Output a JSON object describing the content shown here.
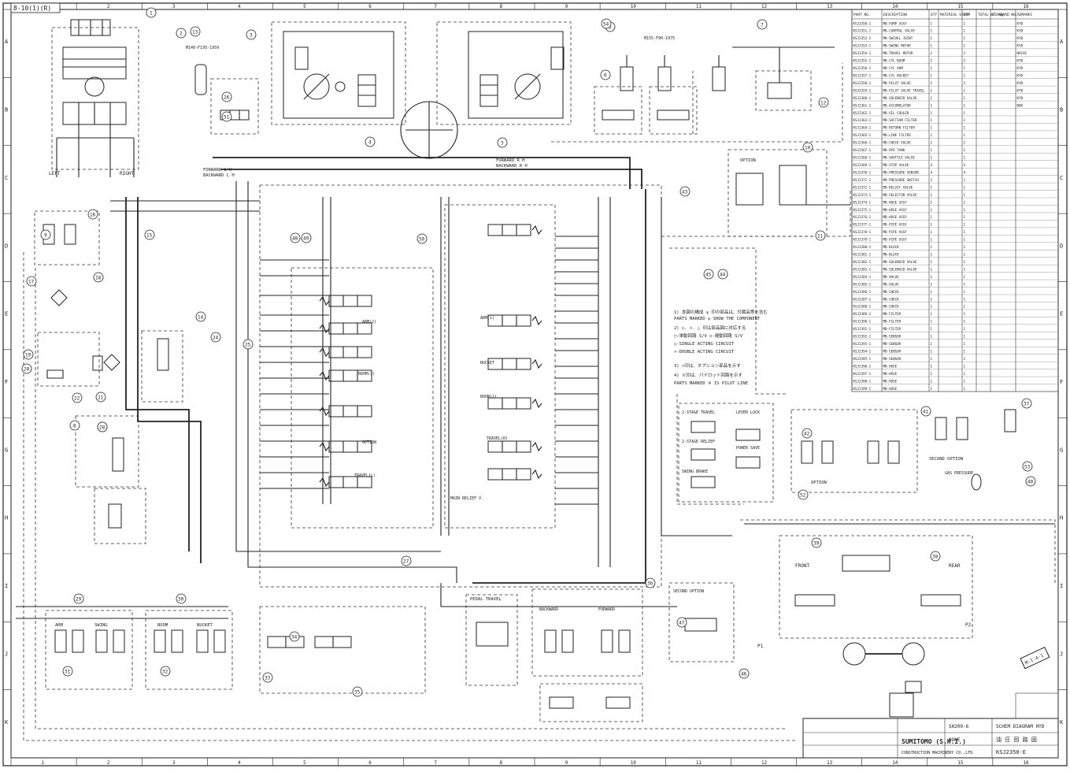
{
  "sheet": {
    "ref": "8-10(1)(R)",
    "col_labels": [
      "1",
      "2",
      "3",
      "4",
      "5",
      "6",
      "7",
      "8",
      "9",
      "10",
      "11",
      "12",
      "13",
      "14",
      "15",
      "16"
    ],
    "row_labels": [
      "A",
      "B",
      "C",
      "D",
      "E",
      "F",
      "G",
      "H",
      "I",
      "J",
      "K"
    ]
  },
  "labels": {
    "forward_l": "FORWARD L H",
    "backward_l": "BACKWARD L H",
    "forward_r": "FORWARD R H",
    "backward_r": "BACKWARD R H",
    "left": "LEFT",
    "right": "RIGHT",
    "option": "OPTION",
    "second_option": "SECOND OPTION",
    "second_option_2": "SECOND OPTION",
    "pedal_travel": "PEDAL TRAVEL",
    "backward": "BACKWARD",
    "forward": "FORWARD",
    "front": "FRONT",
    "rear": "REAR",
    "gas_pressure": "GAS PRESSURE",
    "arm": "ARM",
    "swing": "SWING",
    "boom": "BOOM",
    "bucket": "BUCKET",
    "travel_l": "TRAVEL(L)",
    "travel_r": "TRAVEL(R)",
    "boom1": "BOOM(1)",
    "boom2": "BOOM(2)",
    "arm1": "ARM(1)",
    "arm2": "ARM(2)",
    "bucket_lbl": "BUCKET",
    "opt_lbl": "OPTION",
    "main_relief": "MAIN RELIEF V.",
    "m140": "M140-F195-1959",
    "m155": "M155-F90-1975",
    "p1": "P1",
    "p2": "P2",
    "swing_brake": "SWING BRAKE",
    "lever_lock": "LEVER LOCK",
    "power_save": "POWER SAVE",
    "two_stage_travel": "2-STAGE TRAVEL",
    "two_stage_relief": "2-STAGE RELIEF"
  },
  "notes": {
    "n1": "1) 本図の構成 ◎ 印の部品は、付属品等を含む",
    "n1b": "   PARTS MARKED ◎ SHOW THE COMPONENT",
    "n2": "2) ○. ×. △ 印は部品図に対応する",
    "n3": "   □-単動回路 S/V   ◇-複動回路 S/V",
    "n4": "   ○-SINGLE ACTING CIRCUIT",
    "n5": "   ×-DOUBLE ACTING CIRCUIT",
    "n6": "3) ×印は、オプション部品を示す",
    "n7": "4) ※印は、パイロット回路を示す",
    "n8": "   PARTS MARKED ※ IS PILOT LINE"
  },
  "parts_table": {
    "headers": [
      "PART NO.",
      "DESCRIPTION",
      "QTY",
      "MATERIAL GROUP",
      "QTY",
      "TOTAL WT. kg",
      "STANDARD NO.",
      "REMARKS"
    ],
    "rows": [
      [
        "KSJ2350-1",
        "MB-PUMP ASSY",
        "1",
        "",
        "1",
        "",
        "",
        "KYB"
      ],
      [
        "KSJ2351-1",
        "MB-CONTROL VALVE",
        "1",
        "",
        "1",
        "",
        "",
        "KYB"
      ],
      [
        "KSJ2352-1",
        "MB-SWIVEL JOINT",
        "1",
        "",
        "1",
        "",
        "",
        "KYB"
      ],
      [
        "KSJ2353-1",
        "MB-SWING MOTOR",
        "1",
        "",
        "1",
        "",
        "",
        "KYB"
      ],
      [
        "KSJ2354-1",
        "MB-TRAVEL MOTOR",
        "2",
        "",
        "2",
        "",
        "",
        "NACHI"
      ],
      [
        "KSJ2355-1",
        "MB-CYL BOOM",
        "2",
        "",
        "2",
        "",
        "",
        "KYB"
      ],
      [
        "KSJ2356-1",
        "MB-CYL ARM",
        "1",
        "",
        "1",
        "",
        "",
        "KYB"
      ],
      [
        "KSJ2357-1",
        "MB-CYL BUCKET",
        "1",
        "",
        "1",
        "",
        "",
        "KYB"
      ],
      [
        "KSJ2358-1",
        "MB-PILOT VALVE",
        "2",
        "",
        "2",
        "",
        "",
        "KYB"
      ],
      [
        "KSJ2359-1",
        "MB-PILOT VALVE TRAVEL",
        "1",
        "",
        "1",
        "",
        "",
        "KYB"
      ],
      [
        "KSJ2360-1",
        "MB-SOLENOID VALVE",
        "1",
        "",
        "1",
        "",
        "",
        "KYB"
      ],
      [
        "KSJ2361-1",
        "MB-ACCUMULATOR",
        "1",
        "",
        "1",
        "",
        "",
        "NOK"
      ],
      [
        "KSJ2362-1",
        "MB-OIL COOLER",
        "1",
        "",
        "1",
        "",
        "",
        ""
      ],
      [
        "KSJ2363-1",
        "MB-SUCTION FILTER",
        "1",
        "",
        "1",
        "",
        "",
        ""
      ],
      [
        "KSJ2364-1",
        "MB-RETURN FILTER",
        "1",
        "",
        "1",
        "",
        "",
        ""
      ],
      [
        "KSJ2365-1",
        "MB-LINE FILTER",
        "1",
        "",
        "1",
        "",
        "",
        ""
      ],
      [
        "KSJ2366-1",
        "MB-CHECK VALVE",
        "2",
        "",
        "2",
        "",
        "",
        ""
      ],
      [
        "KSJ2367-1",
        "MB-HYD TANK",
        "1",
        "",
        "1",
        "",
        "",
        ""
      ],
      [
        "KSJ2368-1",
        "MB-SHUTTLE VALVE",
        "1",
        "",
        "1",
        "",
        "",
        ""
      ],
      [
        "KSJ2369-1",
        "MB-STOP VALVE",
        "4",
        "",
        "4",
        "",
        "",
        ""
      ],
      [
        "KSJ2370-1",
        "MB-PRESSURE SENSOR",
        "4",
        "",
        "4",
        "",
        "",
        ""
      ],
      [
        "KSJ2371-1",
        "MB-PRESSURE SWITCH",
        "2",
        "",
        "2",
        "",
        "",
        ""
      ],
      [
        "KSJ2372-1",
        "MB-RELIEF VALVE",
        "1",
        "",
        "1",
        "",
        "",
        ""
      ],
      [
        "KSJ2373-1",
        "MB-SELECTOR VALVE",
        "1",
        "",
        "1",
        "",
        "",
        ""
      ],
      [
        "KSJ2374-1",
        "MB-HOSE ASSY",
        "1",
        "",
        "1",
        "",
        "",
        ""
      ],
      [
        "KSJ2375-1",
        "MB-HOSE ASSY",
        "1",
        "",
        "1",
        "",
        "",
        ""
      ],
      [
        "KSJ2376-1",
        "MB-HOSE ASSY",
        "1",
        "",
        "1",
        "",
        "",
        ""
      ],
      [
        "KSJ2377-1",
        "MB-PIPE ASSY",
        "1",
        "",
        "1",
        "",
        "",
        ""
      ],
      [
        "KSJ2378-1",
        "MB-PIPE ASSY",
        "1",
        "",
        "1",
        "",
        "",
        ""
      ],
      [
        "KSJ2379-1",
        "MB-PIPE ASSY",
        "1",
        "",
        "1",
        "",
        "",
        ""
      ],
      [
        "KSJ2380-1",
        "MB-BLOCK",
        "1",
        "",
        "1",
        "",
        "",
        ""
      ],
      [
        "KSJ2381-1",
        "MB-BLOCK",
        "1",
        "",
        "1",
        "",
        "",
        ""
      ],
      [
        "KSJ2382-1",
        "MB-SOLENOID VALVE",
        "1",
        "",
        "1",
        "",
        "",
        ""
      ],
      [
        "KSJ2383-1",
        "MB-SOLENOID VALVE",
        "1",
        "",
        "1",
        "",
        "",
        ""
      ],
      [
        "KSJ2384-1",
        "MB-VALVE",
        "1",
        "",
        "1",
        "",
        "",
        ""
      ],
      [
        "KSJ2385-1",
        "MB-VALVE",
        "1",
        "",
        "1",
        "",
        "",
        ""
      ],
      [
        "KSJ2386-1",
        "MB-CHECK",
        "1",
        "",
        "1",
        "",
        "",
        ""
      ],
      [
        "KSJ2387-1",
        "MB-CHECK",
        "1",
        "",
        "1",
        "",
        "",
        ""
      ],
      [
        "KSJ2388-1",
        "MB-CHECK",
        "1",
        "",
        "1",
        "",
        "",
        ""
      ],
      [
        "KSJ2389-1",
        "MB-FILTER",
        "1",
        "",
        "1",
        "",
        "",
        ""
      ],
      [
        "KSJ2390-1",
        "MB-FILTER",
        "1",
        "",
        "1",
        "",
        "",
        ""
      ],
      [
        "KSJ2391-1",
        "MB-FILTER",
        "1",
        "",
        "1",
        "",
        "",
        ""
      ],
      [
        "KSJ2392-1",
        "MB-SENSOR",
        "1",
        "",
        "1",
        "",
        "",
        ""
      ],
      [
        "KSJ2393-1",
        "MB-SENSOR",
        "1",
        "",
        "1",
        "",
        "",
        ""
      ],
      [
        "KSJ2394-1",
        "MB-SENSOR",
        "1",
        "",
        "1",
        "",
        "",
        ""
      ],
      [
        "KSJ2395-1",
        "MB-SENSOR",
        "1",
        "",
        "1",
        "",
        "",
        ""
      ],
      [
        "KSJ2396-1",
        "MB-HOSE",
        "1",
        "",
        "1",
        "",
        "",
        ""
      ],
      [
        "KSJ2397-1",
        "MB-HOSE",
        "1",
        "",
        "1",
        "",
        "",
        ""
      ],
      [
        "KSJ2398-1",
        "MB-HOSE",
        "1",
        "",
        "1",
        "",
        "",
        ""
      ],
      [
        "KSJ2399-1",
        "MB-HOSE",
        "1",
        "",
        "1",
        "",
        "",
        ""
      ]
    ]
  },
  "title_block": {
    "company": "SUMITOMO (S.H.I.)",
    "company_sub": "CONSTRUCTION MACHINERY CO.,LTD.",
    "title1": "SCHEM DIAGRAM HYD",
    "title2": "油 圧 回 路 図",
    "drawing_no": "KSJ2350-E",
    "model": "SH200-6",
    "scale": "NONE",
    "stamp": "M-1-4-1"
  },
  "callouts": [
    "1",
    "2",
    "3",
    "3",
    "4",
    "5",
    "6",
    "7",
    "8",
    "9",
    "10",
    "11",
    "12",
    "13",
    "14",
    "15",
    "16",
    "17",
    "18",
    "19",
    "20",
    "21",
    "22",
    "23",
    "24",
    "25",
    "26",
    "27",
    "28",
    "29",
    "30",
    "31",
    "32",
    "33",
    "34",
    "35",
    "36",
    "37",
    "38",
    "39",
    "40",
    "41",
    "42",
    "43",
    "44",
    "45",
    "46",
    "47",
    "48",
    "49",
    "50",
    "51",
    "52",
    "53",
    "54",
    "55"
  ]
}
